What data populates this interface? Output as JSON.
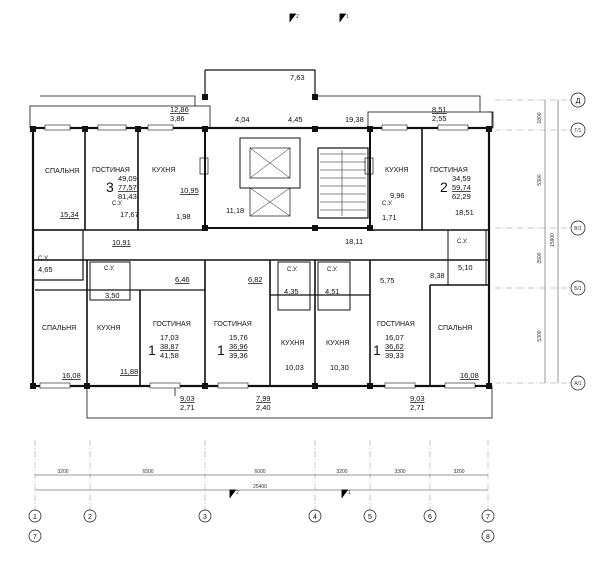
{
  "apartment_labels": {
    "bedroom": "СПАЛЬНЯ",
    "living": "ГОСТИНАЯ",
    "kitchen": "КУХНЯ",
    "bathroom": "С.У."
  },
  "apartments": [
    {
      "rooms": "3",
      "living_area": "49,09",
      "net_area": "77,57",
      "total_area": "81,43"
    },
    {
      "rooms": "2",
      "living_area": "34,59",
      "net_area": "59,74",
      "total_area": "62,29"
    },
    {
      "rooms": "1",
      "living_area": "17,03",
      "net_area": "38,87",
      "total_area": "41,58"
    },
    {
      "rooms": "1",
      "living_area": "15,76",
      "net_area": "36,96",
      "total_area": "39,36"
    },
    {
      "rooms": "1",
      "living_area": "16,07",
      "net_area": "36,62",
      "total_area": "39,33"
    }
  ],
  "room_areas": {
    "top_balcony": "7,63",
    "a3_balcony": "12,86",
    "a3_balcony_k": "3,86",
    "a3_bedroom": "15,34",
    "a3_living": "17,67",
    "a3_kitchen": "10,95",
    "a3_bath1": "4,65",
    "a3_bath2": "1,98",
    "a3_corridor": "10,91",
    "lobby_left": "4,04",
    "lobby_right": "4,45",
    "stair_hall": "19,38",
    "core_hall": "11,18",
    "corridor": "18,11",
    "a2_balcony": "8,51",
    "a2_balcony_k": "2,55",
    "a2_kitchen": "9,96",
    "a2_bath_small": "1,71",
    "a2_living": "18,51",
    "a2_hall": "8,38",
    "a2_bath": "5,10",
    "a1a_hall": "6,46",
    "a1a_bath": "3,50",
    "a1a_bedroom": "16,08",
    "a1a_kitchen": "11,88",
    "a1a_balcony": "9,03",
    "a1a_balcony_k": "2,71",
    "a1b_hall": "6,82",
    "a1b_bath": "4,35",
    "a1b_kitchen": "10,03",
    "a1b_balcony": "7,99",
    "a1b_balcony_k": "2,40",
    "a1c_bath": "4,51",
    "a1c_kitchen": "10,30",
    "a1c_hall": "5,75",
    "a1c_bedroom": "16,08",
    "a1c_balcony": "9,03",
    "a1c_balcony_k": "2,71"
  },
  "axes_horizontal": [
    "1",
    "2",
    "3",
    "4",
    "5",
    "6",
    "7"
  ],
  "axes_vertical": [
    "Д",
    "Г/1",
    "В/1",
    "Б/1",
    "А/1"
  ],
  "axis_circled_bottom": [
    "7",
    "8"
  ],
  "section_marks": [
    "2",
    "1"
  ],
  "dims_bottom": [
    "3200",
    "6500",
    "6000",
    "3200",
    "3300",
    "3200"
  ],
  "dim_total": "25400",
  "dims_right": [
    "1800",
    "5300",
    "3500",
    "5300"
  ],
  "dim_right_total": "15900"
}
